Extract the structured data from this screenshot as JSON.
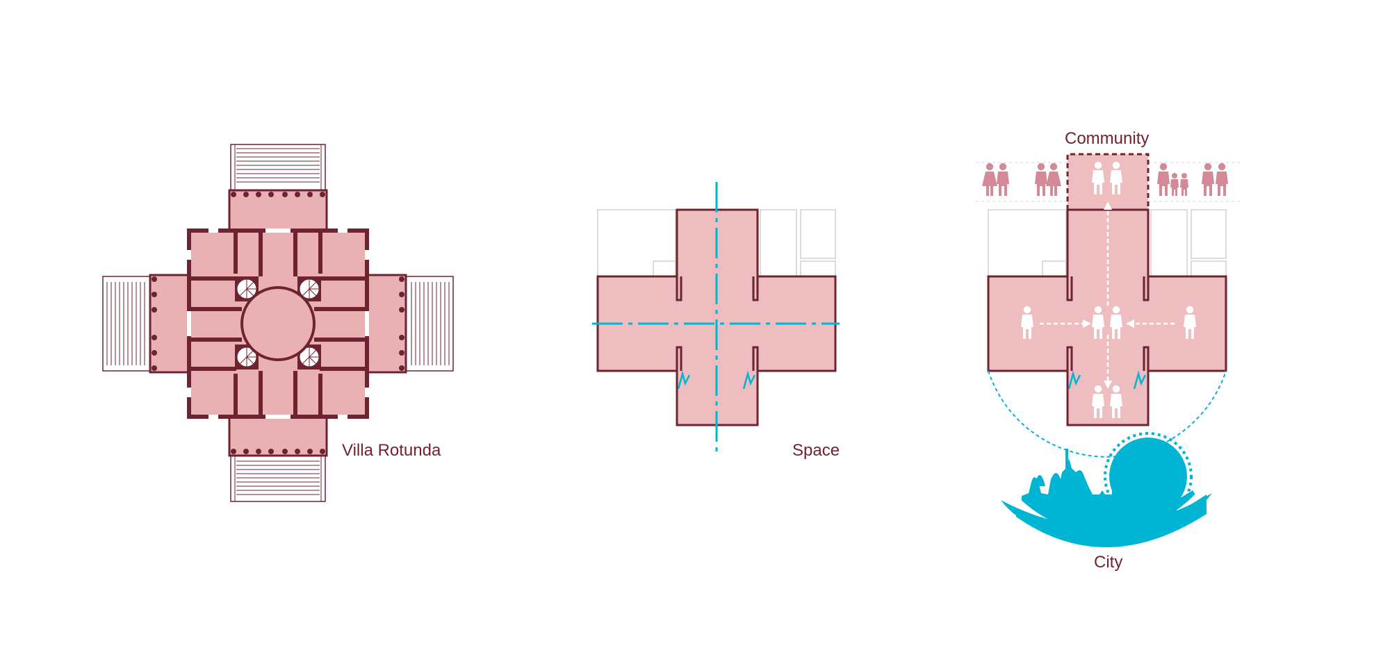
{
  "labels": {
    "villa": "Villa Rotunda",
    "space": "Space",
    "community": "Community",
    "city": "City"
  },
  "colors": {
    "pink_fill": "#EDBDBF",
    "pink_dark": "#EAB1B5",
    "maroon": "#6E2430",
    "cyan": "#00B5D3",
    "people_pink": "#D38A96",
    "grey_line": "#C9C9C9",
    "white": "#FFFFFF"
  },
  "icons": {
    "people": "person-icon",
    "skyline": "city-skyline",
    "stair": "spiral-stair-icon"
  }
}
